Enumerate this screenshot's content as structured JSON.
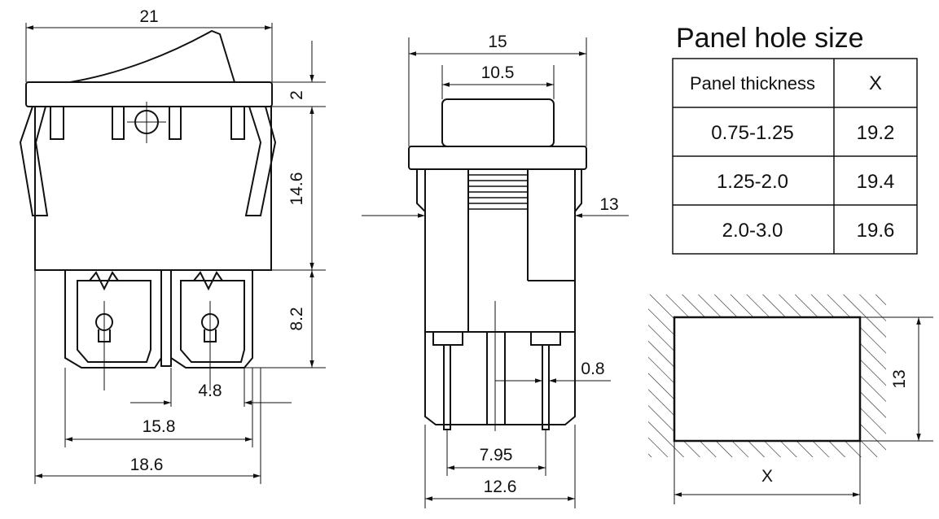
{
  "dimensions": {
    "front_width": "21",
    "rocker_height": "2",
    "body_height": "14.6",
    "terminal_height": "8.2",
    "terminal_width": "4.8",
    "terminal_span": "15.8",
    "overall_width": "18.6",
    "side_width": "15",
    "button_width": "10.5",
    "side_body_width": "13",
    "pin_thickness": "0.8",
    "pin_pitch": "7.95",
    "side_base_width": "12.6",
    "hole_height": "13",
    "hole_width": "X"
  },
  "panel_table": {
    "title": "Panel hole size",
    "headers": [
      "Panel thickness",
      "X"
    ],
    "rows": [
      [
        "0.75-1.25",
        "19.2"
      ],
      [
        "1.25-2.0",
        "19.4"
      ],
      [
        "2.0-3.0",
        "19.6"
      ]
    ]
  },
  "colors": {
    "stroke": "#111111",
    "background": "#ffffff"
  }
}
